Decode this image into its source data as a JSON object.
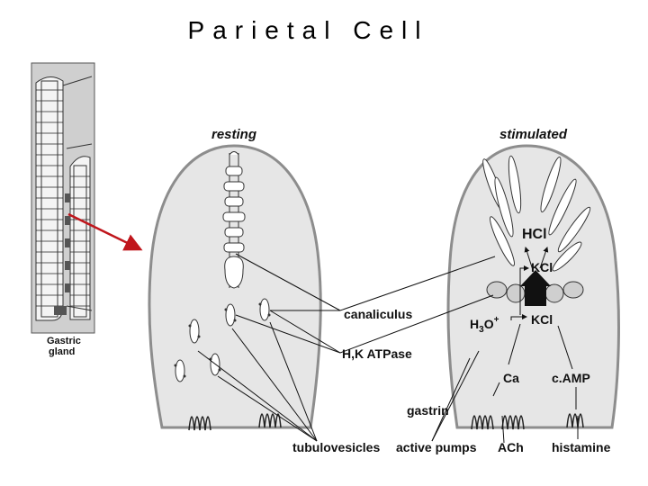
{
  "title": "Parietal Cell",
  "panel_labels": {
    "resting": "resting",
    "stimulated": "stimulated"
  },
  "gland_label": [
    "Gastric",
    "gland"
  ],
  "labels": {
    "canaliculus": "canaliculus",
    "atpase": "H,K ATPase",
    "tubulovesicles": "tubulovesicles",
    "active_pumps": "active pumps",
    "gastrin": "gastrin",
    "ach": "ACh",
    "histamine": "histamine",
    "ca": "Ca",
    "camp": "c.AMP",
    "hcl": "HCl",
    "kcl_top": "KCl",
    "kcl_bottom": "KCl",
    "h3o_base": "H",
    "h3o_sub": "3",
    "h3o_o": "O",
    "h3o_sup": "+"
  },
  "colors": {
    "arrow": "#c0161c",
    "cell_fill": "#e6e6e6",
    "cell_outline": "#9a9a9a",
    "ink": "#111111"
  }
}
